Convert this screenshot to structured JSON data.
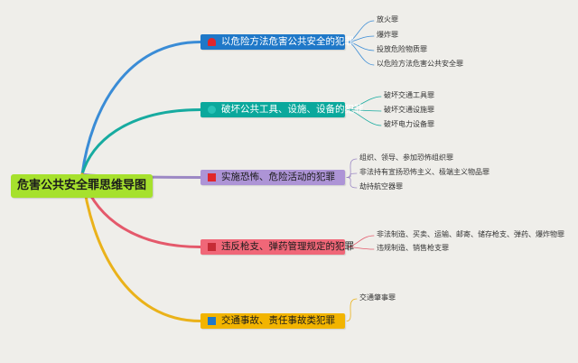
{
  "root": {
    "label": "危害公共安全罪思维导图"
  },
  "branches": [
    {
      "label": "以危险方法危害公共安全的犯罪",
      "color": "#1f78c8",
      "text_color": "#ffffff",
      "icon": "red-alarm-icon",
      "icon_color": "#e0262b",
      "curve_color": "#3a8cd6",
      "leaves": [
        "放火罪",
        "爆炸罪",
        "投放危险物质罪",
        "以危险方法危害公共安全罪"
      ]
    },
    {
      "label": "破坏公共工具、设施、设备的犯罪",
      "color": "#0aa89c",
      "text_color": "#ffffff",
      "icon": "teal-circle-icon",
      "icon_color": "#26c2b6",
      "curve_color": "#17aba0",
      "leaves": [
        "破坏交通工具罪",
        "破坏交通设施罪",
        "破坏电力设备罪"
      ]
    },
    {
      "label": "实施恐怖、危险活动的犯罪",
      "color": "#ad94d6",
      "text_color": "#1b1b1b",
      "icon": "red-flag-icon",
      "icon_color": "#e0262b",
      "curve_color": "#9c88c4",
      "leaves": [
        "组织、领导、参加恐怖组织罪",
        "非法持有宣扬恐怖主义、极端主义物品罪",
        "劫持航空器罪"
      ]
    },
    {
      "label": "违反枪支、弹药管理规定的犯罪",
      "color": "#f06778",
      "text_color": "#1b1b1b",
      "icon": "home-icon",
      "icon_color": "#c62b36",
      "curve_color": "#e4596b",
      "leaves": [
        "非法制造、买卖、运输、邮寄、储存枪支、弹药、爆炸物罪",
        "违规制造、销售枪支罪"
      ]
    },
    {
      "label": "交通事故、责任事故类犯罪",
      "color": "#f2b400",
      "text_color": "#1b1b1b",
      "icon": "blue-square-icon",
      "icon_color": "#1f78c8",
      "curve_color": "#eab21a",
      "leaves": [
        "交通肇事罪"
      ]
    }
  ]
}
